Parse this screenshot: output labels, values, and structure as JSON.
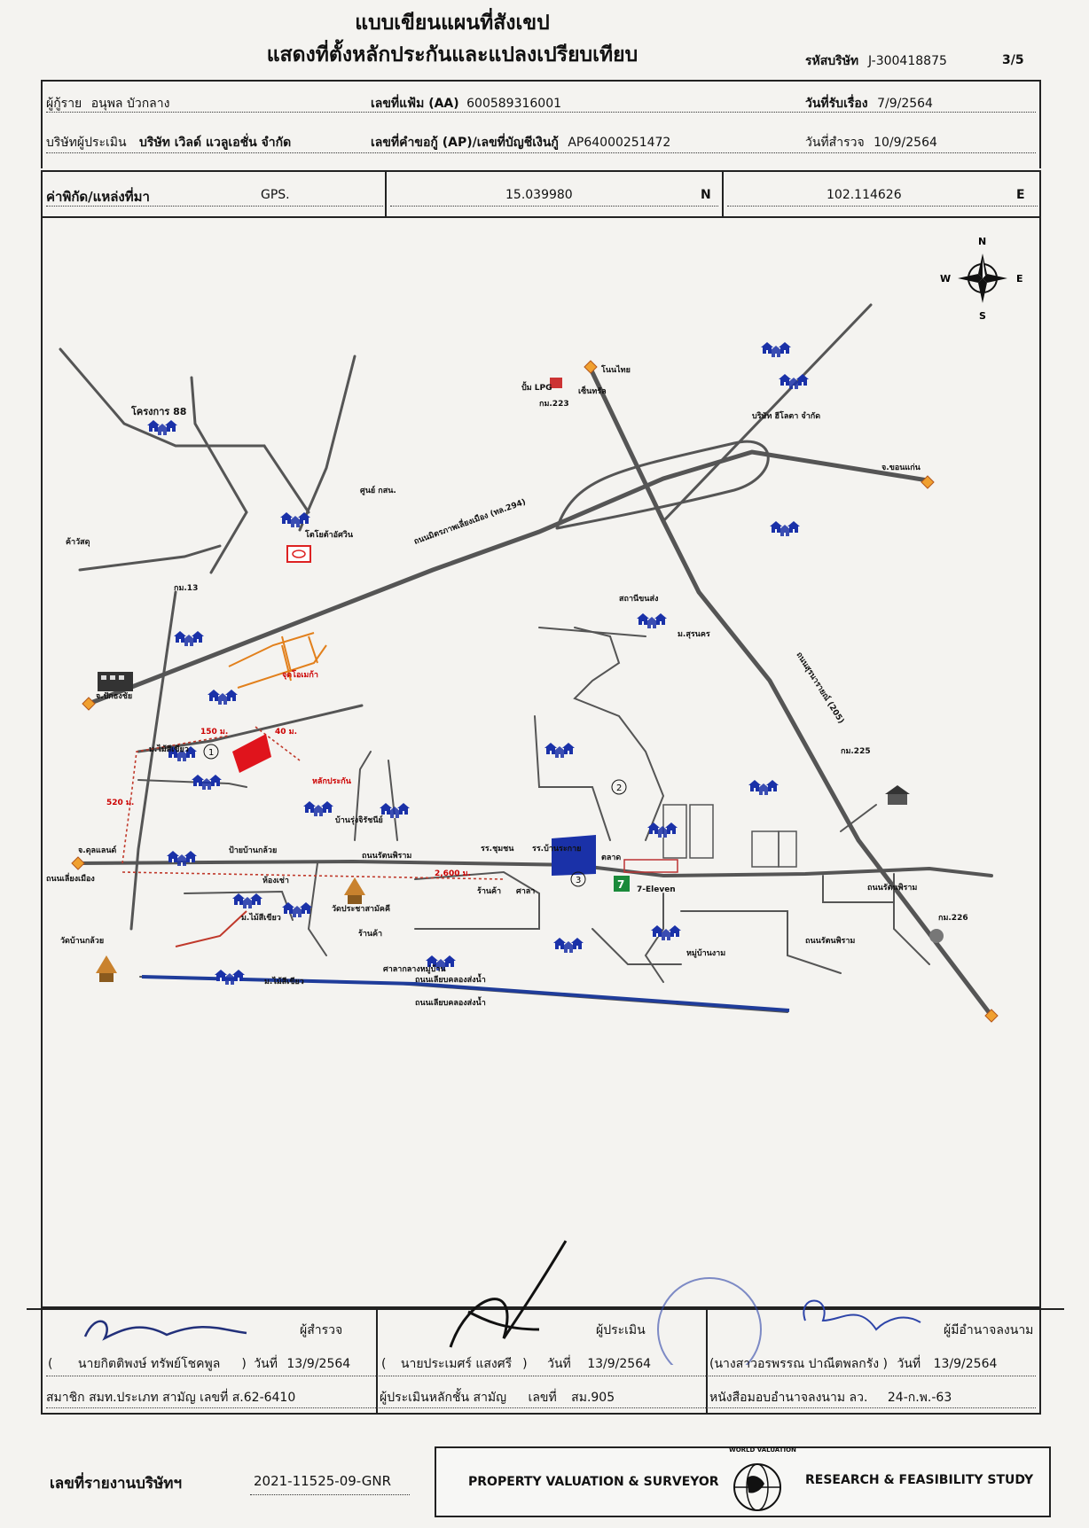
{
  "header": {
    "title_line1": "แบบเขียนแผนที่สังเขป",
    "title_line2": "แสดงที่ตั้งหลักประกันและแปลงเปรียบเทียบ",
    "company_code_label": "รหัสบริษัท",
    "company_code": "J-300418875",
    "page": "3/5"
  },
  "info": {
    "borrower_label": "ผู้กู้ราย",
    "borrower": "อนุพล บัวกลาง",
    "file_no_label": "เลขที่แฟ้ม (AA)",
    "file_no": "600589316001",
    "received_label": "วันที่รับเรื่อง",
    "received": "7/9/2564",
    "appraiser_company_label": "บริษัทผู้ประเมิน",
    "appraiser_company": "บริษัท เวิลด์ แวลูเอชั่น จำกัด",
    "loan_label": "เลขที่คำขอกู้ (AP)/เลขที่บัญชีเงินกู้",
    "loan_no": "AP64000251472",
    "survey_label": "วันที่สำรวจ",
    "survey": "10/9/2564"
  },
  "coords": {
    "label": "ค่าพิกัด/แหล่งที่มา",
    "source": "GPS.",
    "lat": "15.039980",
    "lat_dir": "N",
    "lon": "102.114626",
    "lon_dir": "E"
  },
  "compass": {
    "n": "N",
    "s": "S",
    "e": "E",
    "w": "W",
    "icon": "compass-rose-icon"
  },
  "map": {
    "labels": {
      "project88": "โครงการ 88",
      "lpg": "ปั้ม LPG",
      "km223": "กม.223",
      "km13": "กม.13",
      "km225": "กม.225",
      "km226": "กม.226",
      "road_294": "ถนนมิตรภาพเลี่ยงเมือง (ทล.294)",
      "road_205": "ถนนสุรนารายณ์ (205)",
      "jct_nonthai": "โนนไทย",
      "jct_khonkaen": "จ.ขอนแก่น",
      "jct_chokchai": "จ.ปักธงชัย",
      "jct_mueang": "ถนนเลี่ยงเมือง",
      "jct_sidejct": "จ.ดุลแลนด์",
      "collateral": "หลักประกัน",
      "study_point": "จุดโอเมก้า",
      "d150": "150 ม.",
      "d40": "40 ม.",
      "d520": "520 ม.",
      "d2600": "2,600 ม.",
      "road_canal1": "ถนนเลียบคลองส่งน้ำ",
      "road_canal2": "ถนนเลียบคลองส่งน้ำ",
      "road_raduthong": "ถนนรัตนพิราม",
      "road_raduthong2": "ถนนรัตนพิราม",
      "road_raduthong3": "ถนนรัตนพิราม",
      "school_sa": "รร.ชุมชน",
      "school_ban": "รร.บ้านระกาย",
      "ban_jasanee": "บ้านรุ่งจิรัชนีย์",
      "wat_mai": "วัดประชาสามัคคี",
      "wat_ban": "วัดบ้านกล้วย",
      "sala": "ศาลา",
      "sala_village": "ศาลากลางหมู่บ้าน",
      "shop": "ร้านค้า",
      "shop2": "ร้านค้า",
      "toilet": "ห้องเช่า",
      "mbaan": "ม.ไม้สีเขียว",
      "mbaan2": "ม.ไม้สีเขียว",
      "mbaan3": "ม.ไม้สีเขียว",
      "lotus": "ป้ายบ้านกล้วย",
      "market": "ตลาด",
      "seven": "7-Eleven",
      "marker1": "1",
      "marker2": "2",
      "marker3": "3",
      "hospital_station": "สถานีขนส่ง",
      "mall": "เซ็นทรัล",
      "office": "บริษัท ฮีโลตา จำกัด",
      "buy_sell": "ศูนย์ กสน.",
      "toyota": "โตโยต้าอัศวิน",
      "kamar": "ค้าวัสดุ",
      "rubber": "ม.สุรนคร",
      "ban_ngam": "หมู่บ้านงาม"
    },
    "colors": {
      "road": "#555555",
      "canal": "#1f3c9a",
      "collateral": "#e0141c",
      "comparable": "#1a31a8",
      "orange": "#e2801c",
      "red_route": "#c0392b",
      "text": "#111111"
    }
  },
  "signatures": {
    "surveyor_label": "ผู้สำรวจ",
    "surveyor_name": "นายกิตติพงษ์ ทรัพย์โชคพูล",
    "surveyor_date_label": "วันที่",
    "surveyor_date": "13/9/2564",
    "surveyor_member": "สมาชิก สมท.ประเภท สามัญ เลขที่ ส.62-6410",
    "appraiser_label": "ผู้ประเมิน",
    "appraiser_name": "นายประเมศร์ แสงศรี",
    "appraiser_date_label": "วันที่",
    "appraiser_date": "13/9/2564",
    "appraiser_class": "ผู้ประเมินหลักชั้น สามัญ",
    "appraiser_no_label": "เลขที่",
    "appraiser_no": "สม.905",
    "authorized_label": "ผู้มีอำนาจลงนาม",
    "authorized_name": "(นางสาวอรพรรณ ปาณีตพลกรัง )",
    "authorized_date_label": "วันที่",
    "authorized_date": "13/9/2564",
    "authorized_letter": "หนังสือมอบอำนาจลงนาม ลว.",
    "authorized_letter_date": "24-ก.พ.-63"
  },
  "footer": {
    "report_no_label": "เลขที่รายงานบริษัทฯ",
    "report_no": "2021-11525-09-GNR",
    "left_text": "PROPERTY VALUATION & SURVEYOR",
    "right_text": "RESEARCH & FEASIBILITY STUDY",
    "logo_text": "WORLD VALUATION"
  }
}
